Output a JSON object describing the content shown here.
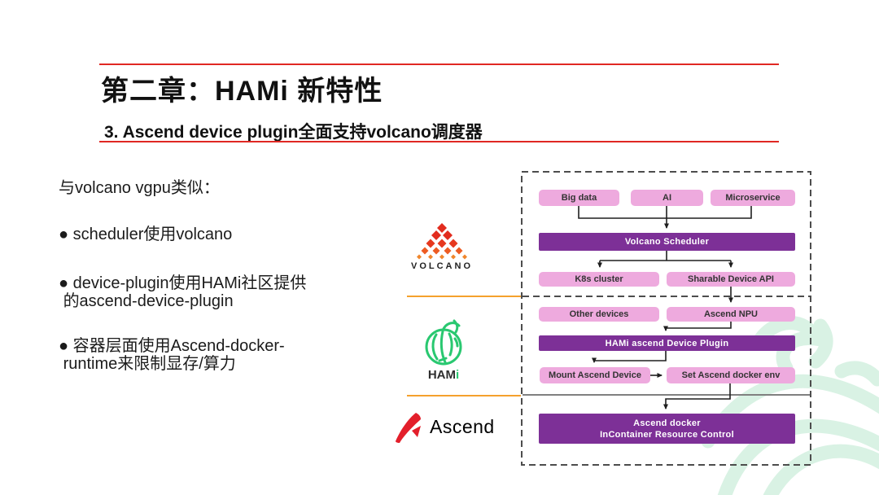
{
  "slide": {
    "title": "第二章：HAMi 新特性",
    "subtitle": "3. Ascend device plugin全面支持volcano调度器",
    "intro": "与volcano vgpu类似：",
    "bullets": [
      {
        "lines": [
          "● scheduler使用volcano"
        ]
      },
      {
        "lines": [
          "● device-plugin使用HAMi社区提供",
          " 的ascend-device-plugin"
        ]
      },
      {
        "lines": [
          "● 容器层面使用Ascend-docker-",
          " runtime来限制显存/算力"
        ]
      }
    ]
  },
  "logos": {
    "volcano": {
      "label": "VOLCANO"
    },
    "hami": {
      "label_prefix": "HAM",
      "label_suffix": "i"
    },
    "ascend": {
      "label": "Ascend"
    }
  },
  "diagram": {
    "workloads": [
      "Big data",
      "AI",
      "Microservice"
    ],
    "scheduler": "Volcano Scheduler",
    "cluster": "K8s cluster",
    "device_api": "Sharable Device API",
    "other_devices": "Other devices",
    "ascend_npu": "Ascend NPU",
    "plugin": "HAMi ascend Device Plugin",
    "mount": "Mount Ascend Device",
    "set_env": "Set Ascend docker env",
    "docker_line1": "Ascend docker",
    "docker_line2": "InContainer Resource Control"
  },
  "colors": {
    "accent_red": "#e02823",
    "accent_orange": "#f5a12d",
    "node_pink": "#eeaade",
    "node_purple": "#7d3097",
    "hami_green": "#29c870",
    "volcano_red": "#e22c1e",
    "volcano_orange": "#f0862c",
    "ascend_red": "#e31f2b",
    "watermark_green": "#d9f2e4"
  }
}
